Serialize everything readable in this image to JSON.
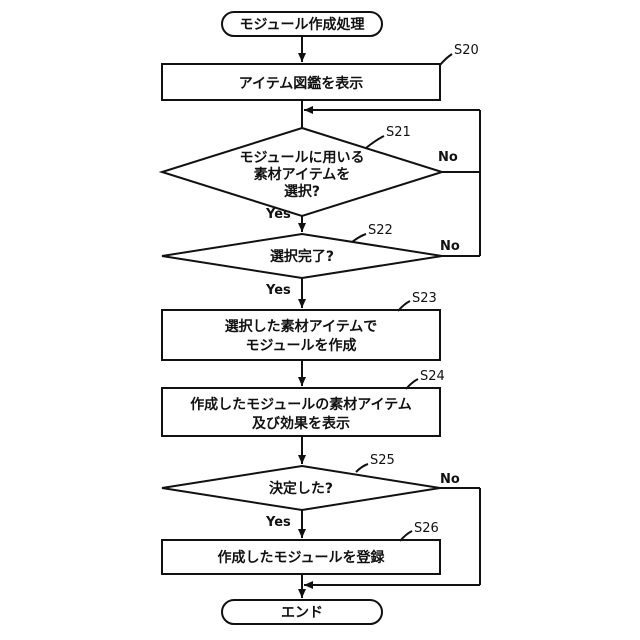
{
  "start": "モジュール作成処理",
  "end": "エンド",
  "steps": {
    "s20": {
      "id": "S20",
      "text": "アイテム図鑑を表示"
    },
    "s21": {
      "id": "S21",
      "line1": "モジュールに用いる",
      "line2": "素材アイテムを",
      "line3": "選択?"
    },
    "s22": {
      "id": "S22",
      "text": "選択完了?"
    },
    "s23": {
      "id": "S23",
      "line1": "選択した素材アイテムで",
      "line2": "モジュールを作成"
    },
    "s24": {
      "id": "S24",
      "line1": "作成したモジュールの素材アイテム",
      "line2": "及び効果を表示"
    },
    "s25": {
      "id": "S25",
      "text": "決定した?"
    },
    "s26": {
      "id": "S26",
      "text": "作成したモジュールを登録"
    }
  },
  "labels": {
    "yes": "Yes",
    "no": "No"
  }
}
